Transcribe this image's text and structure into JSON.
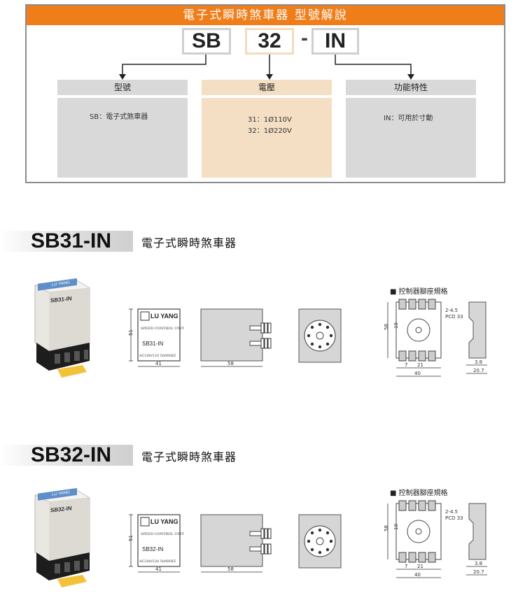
{
  "header": {
    "title": "電子式瞬時煞車器 型號解說"
  },
  "code": {
    "part1": "SB",
    "part2": "32",
    "dash": "-",
    "part3": "IN"
  },
  "columns": [
    {
      "label": "型號",
      "lines": [
        "SB：電子式煞車器"
      ]
    },
    {
      "label": "電壓",
      "lines": [
        "31：1Ø110V",
        "32：1Ø220V"
      ]
    },
    {
      "label": "功能特性",
      "lines": [
        "IN：可用於寸動"
      ]
    }
  ],
  "sections": [
    {
      "model": "SB31-IN",
      "desc": "電子式瞬時煞車器",
      "photo": {
        "brand": "LU YANG",
        "model_label": "SB31-IN"
      },
      "front": {
        "brand": "LU YANG",
        "subtitle": "SPEED CONTROL UNIT",
        "model": "SB31-IN",
        "rating": "AC100/110 50/60HZ"
      },
      "dims": {
        "width": "41",
        "height": "51",
        "depth": "58"
      },
      "socket": {
        "title": "■ 控制器腳座規格",
        "hole": "2-4.5",
        "pcd": "PCD 33",
        "h58": "58",
        "h10": "10",
        "w7": "7",
        "w21": "21",
        "w40": "40",
        "s38": "3.8",
        "s207": "20.7"
      }
    },
    {
      "model": "SB32-IN",
      "desc": "電子式瞬時煞車器",
      "photo": {
        "brand": "LU YANG",
        "model_label": "SB32-IN"
      },
      "front": {
        "brand": "LU YANG",
        "subtitle": "SPEED CONTROL UNIT",
        "model": "SB32-IN",
        "rating": "AC200/220 50/60HZ"
      },
      "dims": {
        "width": "41",
        "height": "51",
        "depth": "58"
      },
      "socket": {
        "title": "■ 控制器腳座規格",
        "hole": "2-4.5",
        "pcd": "PCD 33",
        "h58": "58",
        "h10": "10",
        "w7": "7",
        "w21": "21",
        "w40": "40",
        "s38": "3.8",
        "s207": "20.7"
      }
    }
  ]
}
